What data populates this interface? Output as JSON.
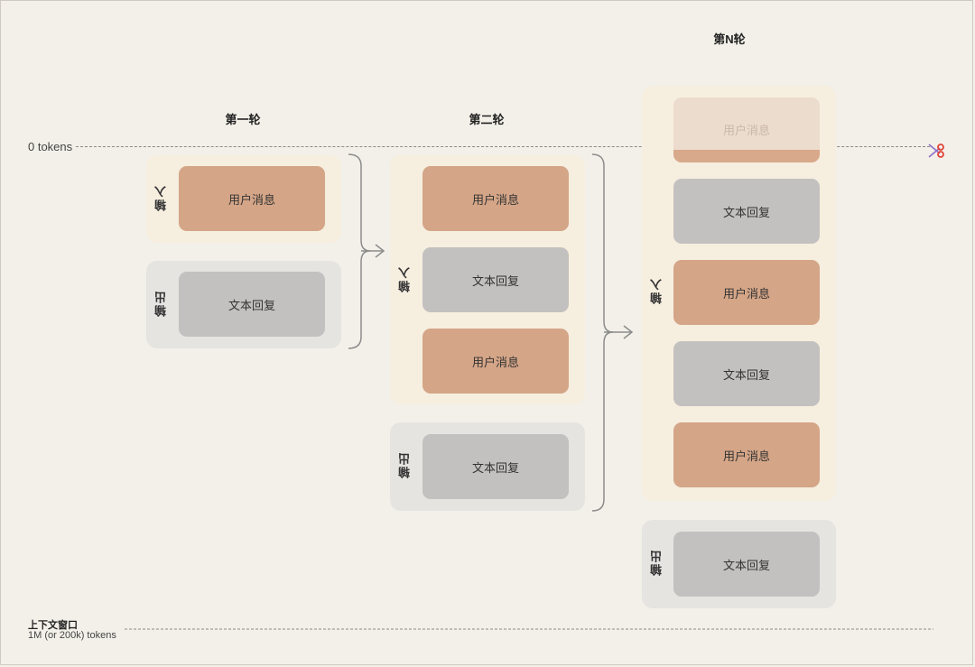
{
  "rounds": {
    "r1": "第一轮",
    "r2": "第二轮",
    "rn": "第N轮"
  },
  "token_start": "0 tokens",
  "labels": {
    "input": "输入",
    "output": "输出"
  },
  "messages": {
    "user": "用户消息",
    "reply": "文本回复"
  },
  "context_window": {
    "title": "上下文窗口",
    "subtitle": "1M (or 200k) tokens"
  },
  "colors": {
    "user_msg": "#d4a587",
    "reply_msg": "#c3c1bf",
    "input_bg": "#f6eedf",
    "output_bg": "#e6e4e1",
    "scissors": "#e0453a"
  },
  "icons": {
    "cut": "scissors-icon"
  }
}
